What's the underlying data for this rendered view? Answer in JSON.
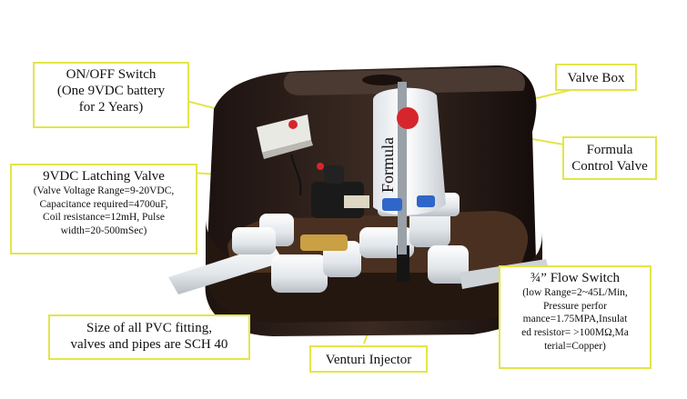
{
  "callouts": {
    "on_off_switch": {
      "lines": [
        "ON/OFF Switch",
        "(One 9VDC battery",
        "for 2 Years)"
      ]
    },
    "valve_box": {
      "label": "Valve Box"
    },
    "formula_control_valve": {
      "lines": [
        "Formula",
        "Control Valve"
      ]
    },
    "latching_valve": {
      "title": "9VDC Latching Valve",
      "details": [
        "(Valve Voltage Range=9-20VDC,",
        "Capacitance required=4700uF,",
        "Coil resistance=12mH, Pulse",
        "width=20-500mSec)"
      ]
    },
    "flow_switch": {
      "title": "¾” Flow Switch",
      "details": [
        "(low Range=2~45L/Min,",
        "Pressure perfor",
        "mance=1.75MPA,Insulat",
        "ed resistor= >100MΩ,Ma",
        "terial=Copper)"
      ]
    },
    "pvc_fittings": {
      "lines": [
        "Size of all PVC  fitting,",
        "valves and pipes are SCH 40"
      ]
    },
    "venturi_injector": {
      "label": "Venturi Injector"
    }
  },
  "bottle_label": "Formula",
  "colors": {
    "callout_border": "#e3e54a",
    "box_body": "#2a1c16",
    "pvc": "#e8ebee",
    "valve_knob": "#d7262b",
    "valve_handle_blue": "#2f66c9"
  }
}
